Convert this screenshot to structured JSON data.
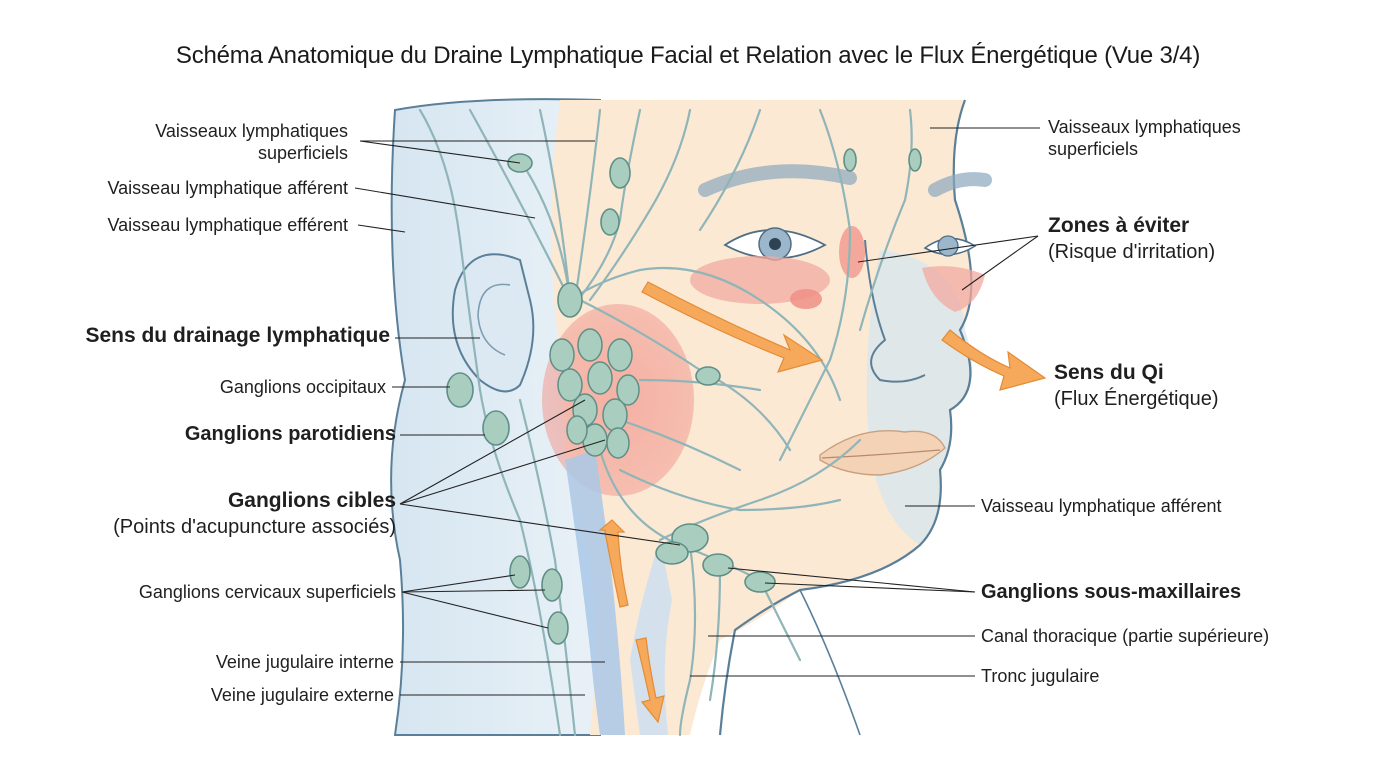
{
  "title": "Schéma Anatomique du Draine Lymphatique Facial et Relation avec le Flux Énergétique (Vue 3/4)",
  "labels_left": {
    "vaisseaux_superficiels": "Vaisseaux lymphatiques\nsuperficiels",
    "vaisseau_afferent": "Vaisseau lymphatique afférent",
    "vaisseau_efferent": "Vaisseau lymphatique efférent",
    "sens_drainage": "Sens du drainage lymphatique",
    "ganglions_occipitaux": "Ganglions occipitaux",
    "ganglions_parotidiens": "Ganglions parotidiens",
    "ganglions_cibles": "Ganglions cibles",
    "ganglions_cibles_sub": "(Points d'acupuncture associés)",
    "ganglions_cervicaux": "Ganglions cervicaux superficiels",
    "veine_interne": "Veine jugulaire interne",
    "veine_externe": "Veine jugulaire externe"
  },
  "labels_right": {
    "vaisseaux_superficiels": "Vaisseaux lymphatiques\nsuperficiels",
    "zones_eviter": "Zones à éviter",
    "zones_eviter_sub": "(Risque d'irritation)",
    "sens_qi": "Sens du Qi",
    "sens_qi_sub": "(Flux Énergétique)",
    "vaisseau_afferent": "Vaisseau lymphatique afférent",
    "ganglions_sous_max": "Ganglions sous-maxillaires",
    "canal_thoracique": "Canal thoracique (partie supérieure)",
    "tronc_jugulaire": "Tronc jugulaire"
  },
  "colors": {
    "skin": "#fbe9d4",
    "skin_shadow": "#d9e8f0",
    "outline": "#5a7f98",
    "vessel": "#8fb5b8",
    "node_fill": "#a9cdbf",
    "node_stroke": "#5f8f86",
    "irritation": "#f2a9a0",
    "qi_arrow": "#f6a95b",
    "vein": "#a9c8e8"
  }
}
